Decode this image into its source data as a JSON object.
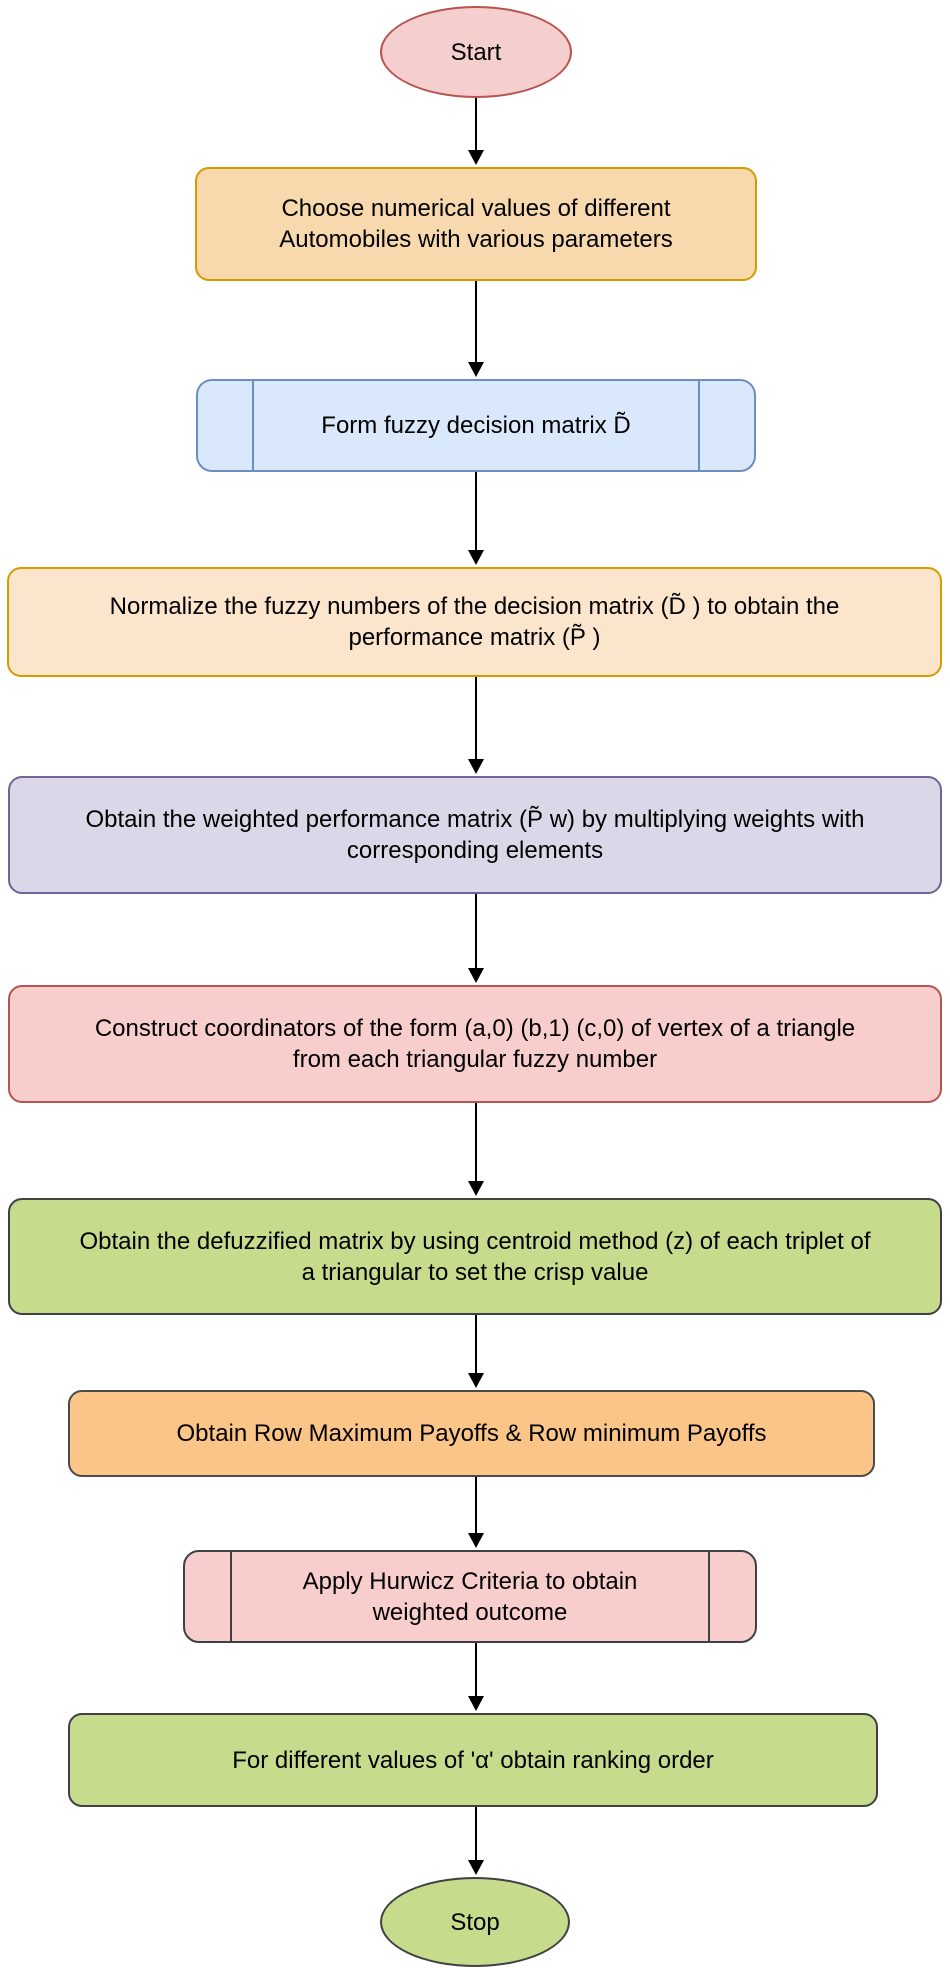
{
  "flow": {
    "title": "Fuzzy decision making flowchart",
    "nodes": [
      {
        "id": "start",
        "shape": "terminator",
        "label": "Start",
        "fill": "#f5cfce",
        "stroke": "#b85450"
      },
      {
        "id": "choose-values",
        "shape": "process",
        "label": "Choose numerical values of different\nAutomobiles with various parameters",
        "fill": "#f7d9ad",
        "stroke": "#d79b00"
      },
      {
        "id": "form-matrix",
        "shape": "predefined-process",
        "label": "Form fuzzy decision matrix D̃",
        "fill": "#dae8fc",
        "stroke": "#6c8ebf"
      },
      {
        "id": "normalize",
        "shape": "process",
        "label": "Normalize the fuzzy numbers of the decision matrix (D̃ ) to obtain the\nperformance matrix (P̃ )",
        "fill": "#fce5cd",
        "stroke": "#d79b00"
      },
      {
        "id": "weighted-matrix",
        "shape": "process",
        "label": "Obtain the weighted performance matrix (P̃ w) by multiplying weights with\ncorresponding elements",
        "fill": "#dcd7e8",
        "stroke": "#6f6593"
      },
      {
        "id": "construct-coords",
        "shape": "process",
        "label": "Construct coordinators of the form (a,0) (b,1) (c,0) of vertex of a triangle\nfrom each triangular fuzzy number",
        "fill": "#f8cecc",
        "stroke": "#b85450"
      },
      {
        "id": "defuzzify",
        "shape": "process",
        "label": "Obtain the defuzzified matrix by using centroid method (z) of each triplet of\na triangular to set the crisp value",
        "fill": "#c7db8d",
        "stroke": "#3f4043"
      },
      {
        "id": "row-payoffs",
        "shape": "process",
        "label": "Obtain Row Maximum Payoffs & Row minimum Payoffs",
        "fill": "#fbc588",
        "stroke": "#4a4a4a"
      },
      {
        "id": "hurwicz",
        "shape": "predefined-process",
        "label": "Apply Hurwicz Criteria to obtain\nweighted outcome",
        "fill": "#f8cecc",
        "stroke": "#3f4043"
      },
      {
        "id": "ranking-order",
        "shape": "process",
        "label": "For different values of 'α' obtain ranking order",
        "fill": "#c7db8d",
        "stroke": "#3f4043"
      },
      {
        "id": "stop",
        "shape": "terminator",
        "label": "Stop",
        "fill": "#c7db8d",
        "stroke": "#3f4043"
      }
    ],
    "edges": [
      {
        "from": "start",
        "to": "choose-values"
      },
      {
        "from": "choose-values",
        "to": "form-matrix"
      },
      {
        "from": "form-matrix",
        "to": "normalize"
      },
      {
        "from": "normalize",
        "to": "weighted-matrix"
      },
      {
        "from": "weighted-matrix",
        "to": "construct-coords"
      },
      {
        "from": "construct-coords",
        "to": "defuzzify"
      },
      {
        "from": "defuzzify",
        "to": "row-payoffs"
      },
      {
        "from": "row-payoffs",
        "to": "hurwicz"
      },
      {
        "from": "hurwicz",
        "to": "ranking-order"
      },
      {
        "from": "ranking-order",
        "to": "stop"
      }
    ],
    "colors": {
      "arrow": "#000000",
      "text": "#000000",
      "background": "#ffffff"
    }
  }
}
